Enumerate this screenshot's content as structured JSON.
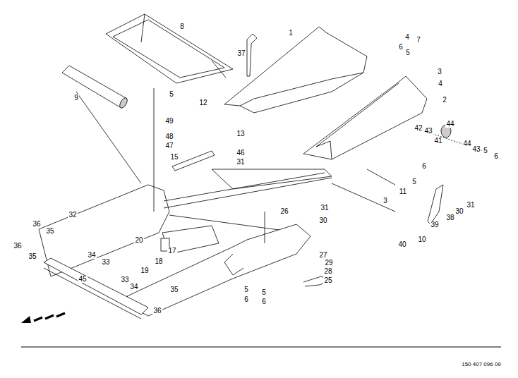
{
  "diagram": {
    "labels": [
      "1",
      "8",
      "9",
      "37",
      "6",
      "4",
      "7",
      "5",
      "3",
      "4",
      "2",
      "5",
      "12",
      "49",
      "48",
      "47",
      "13",
      "46",
      "31",
      "15",
      "42",
      "43",
      "44",
      "41",
      "44",
      "43",
      "5",
      "6",
      "6",
      "5",
      "11",
      "3",
      "32",
      "26",
      "31",
      "30",
      "30",
      "31",
      "38",
      "39",
      "10",
      "40",
      "36",
      "35",
      "36",
      "35",
      "20",
      "17",
      "18",
      "19",
      "34",
      "33",
      "27",
      "29",
      "28",
      "45",
      "33",
      "34",
      "25",
      "35",
      "36",
      "5",
      "6",
      "5",
      "6",
      "150 407 096 09"
    ]
  }
}
